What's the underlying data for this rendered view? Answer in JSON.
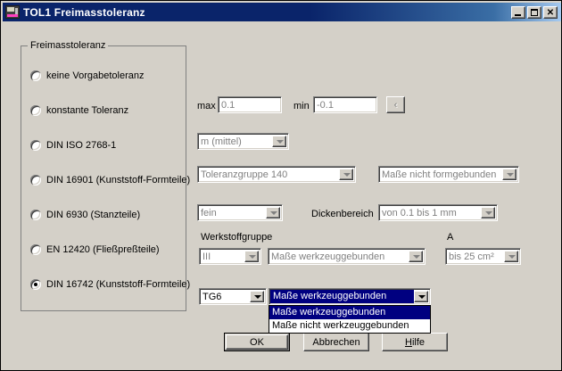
{
  "window": {
    "title": "TOL1  Freimasstoleranz",
    "icon": "application-icon",
    "minimize_label": "",
    "maximize_label": "",
    "close_label": "✕"
  },
  "groupbox": {
    "legend": "Freimasstoleranz",
    "radios": [
      {
        "label": "keine Vorgabetoleranz",
        "checked": false
      },
      {
        "label": "konstante Toleranz",
        "checked": false
      },
      {
        "label": "DIN ISO 2768-1",
        "checked": false
      },
      {
        "label": "DIN 16901 (Kunststoff-Formteile)",
        "checked": false
      },
      {
        "label": "DIN 6930 (Stanzteile)",
        "checked": false
      },
      {
        "label": "EN 12420 (Fließpreßteile)",
        "checked": false
      },
      {
        "label": "DIN 16742 (Kunststoff-Formteile)",
        "checked": true
      }
    ]
  },
  "tolerance": {
    "max_label": "max",
    "max_value": "0.1",
    "min_label": "min",
    "min_value": "-0.1",
    "prev_button_label": "‹"
  },
  "combos": {
    "grade": {
      "value": "m (mittel)",
      "enabled": false
    },
    "tolerance_group": {
      "value": "Toleranzgruppe 140",
      "enabled": false
    },
    "form_binding": {
      "value": "Maße nicht formgebunden",
      "enabled": false
    },
    "fineness": {
      "value": "fein",
      "enabled": false
    },
    "thickness_label": "Dickenbereich",
    "thickness_range": {
      "value": "von 0.1 bis 1 mm",
      "enabled": false
    },
    "material_group_label": "Werkstoffgruppe",
    "material_group": {
      "value": "III",
      "enabled": false
    },
    "tool_binding_disabled": {
      "value": "Maße werkzeuggebunden",
      "enabled": false
    },
    "area_label": "A",
    "area_range": {
      "value": "bis 25 cm²",
      "enabled": false
    },
    "tg": {
      "value": "TG6",
      "enabled": true
    },
    "tool_binding_open": {
      "value": "Maße werkzeuggebunden",
      "enabled": true,
      "options": [
        {
          "label": "Maße werkzeuggebunden",
          "selected": true
        },
        {
          "label": "Maße nicht werkzeuggebunden",
          "selected": false
        }
      ]
    }
  },
  "buttons": {
    "ok": "OK",
    "cancel": "Abbrechen",
    "help_accel": "H",
    "help_rest": "ilfe"
  }
}
